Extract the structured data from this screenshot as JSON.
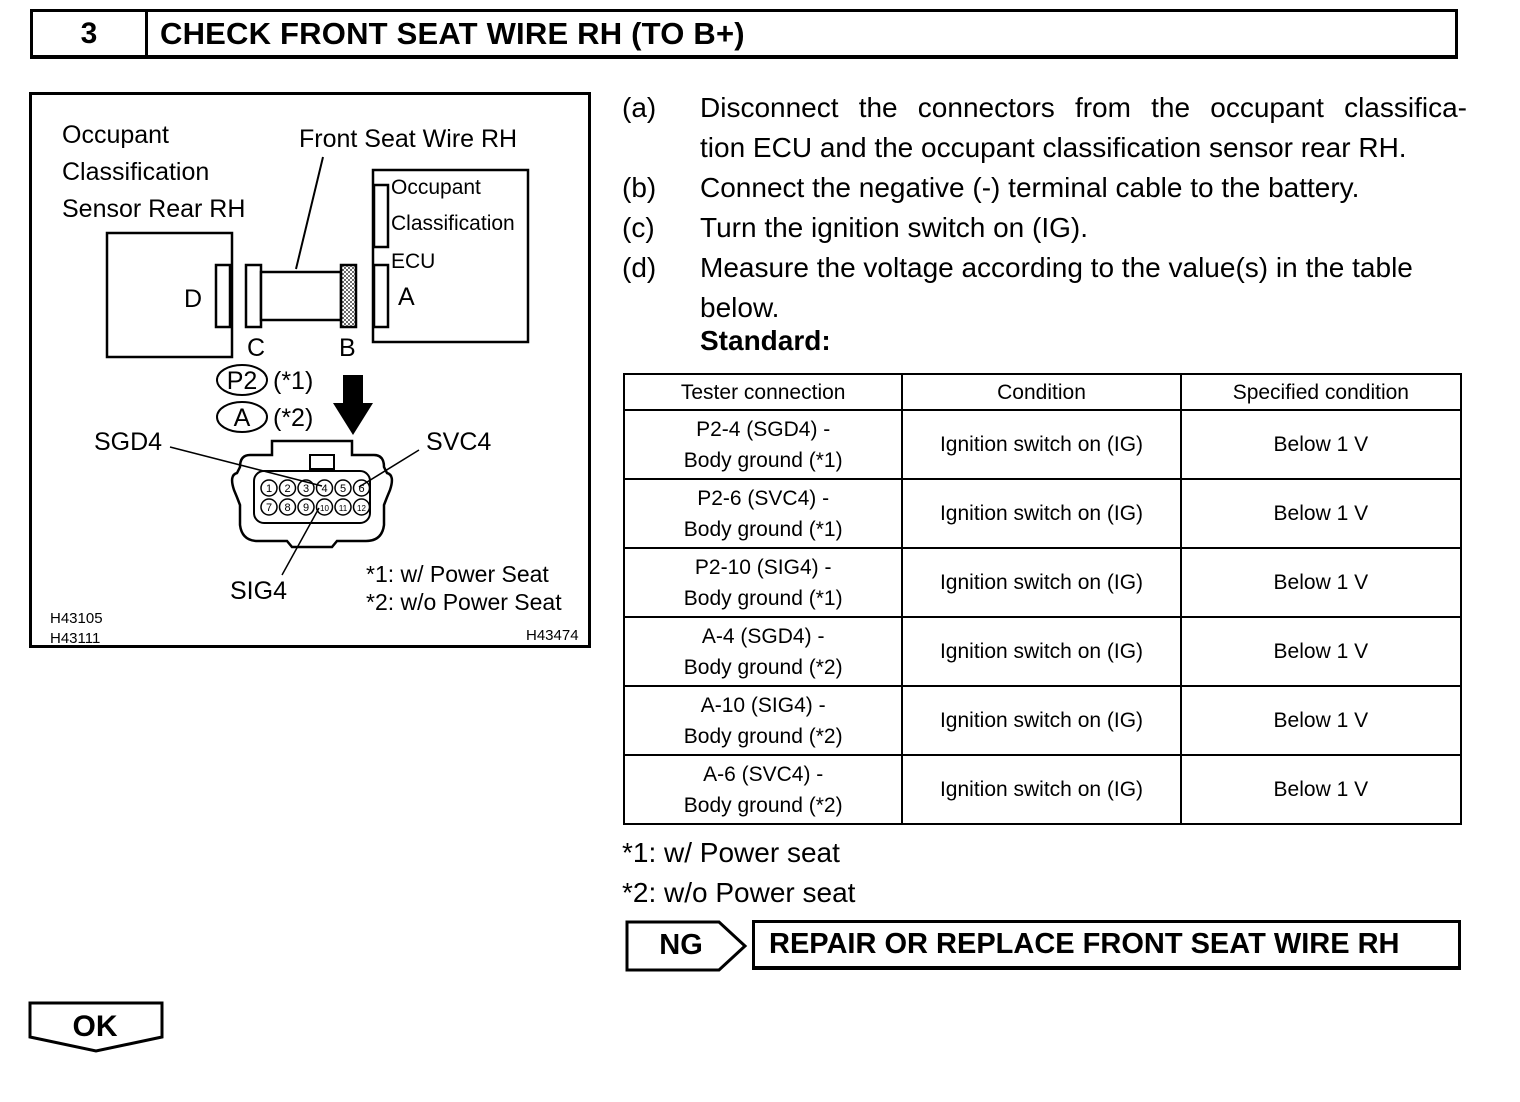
{
  "header": {
    "step_number": "3",
    "title": "CHECK FRONT SEAT WIRE RH (TO B+)"
  },
  "diagram": {
    "sensor_label_1": "Occupant",
    "sensor_label_2": "Classification",
    "sensor_label_3": "Sensor Rear RH",
    "wire_label": "Front Seat Wire RH",
    "ecu_label_1": "Occupant",
    "ecu_label_2": "Classification",
    "ecu_label_3": "ECU",
    "connector_d": "D",
    "connector_c": "C",
    "connector_b": "B",
    "connector_a": "A",
    "callout_p2": "P2",
    "callout_p2_note": "(*1)",
    "callout_a": "A",
    "callout_a_note": "(*2)",
    "pin_sgd4": "SGD4",
    "pin_svc4": "SVC4",
    "pin_sig4": "SIG4",
    "pins_top": [
      "1",
      "2",
      "3",
      "4",
      "5",
      "6"
    ],
    "pins_bottom": [
      "7",
      "8",
      "9",
      "10",
      "11",
      "12"
    ],
    "note_1": "*1: w/ Power Seat",
    "note_2": "*2: w/o Power Seat",
    "code_1": "H43105",
    "code_2": "H43111",
    "code_3": "H43474"
  },
  "steps": [
    {
      "letter": "(a)",
      "text_line1": "Disconnect the connectors from the occupant classifica-",
      "text_line2": "tion ECU and the occupant classification sensor rear RH."
    },
    {
      "letter": "(b)",
      "text_line1": "Connect the negative (-) terminal cable to the battery."
    },
    {
      "letter": "(c)",
      "text_line1": "Turn the ignition switch on (IG)."
    },
    {
      "letter": "(d)",
      "text_line1": "Measure the voltage according to the value(s) in the table",
      "text_line2": "below."
    }
  ],
  "standard_label": "Standard:",
  "table": {
    "headers": [
      "Tester connection",
      "Condition",
      "Specified condition"
    ],
    "rows": [
      {
        "tester_1": "P2-4 (SGD4) -",
        "tester_2": "Body ground (*1)",
        "condition": "Ignition switch on (IG)",
        "spec": "Below 1 V"
      },
      {
        "tester_1": "P2-6 (SVC4) -",
        "tester_2": "Body ground (*1)",
        "condition": "Ignition switch on (IG)",
        "spec": "Below 1 V"
      },
      {
        "tester_1": "P2-10 (SIG4) -",
        "tester_2": "Body ground (*1)",
        "condition": "Ignition switch on (IG)",
        "spec": "Below 1 V"
      },
      {
        "tester_1": "A-4 (SGD4) -",
        "tester_2": "Body ground (*2)",
        "condition": "Ignition switch on (IG)",
        "spec": "Below 1 V"
      },
      {
        "tester_1": "A-10 (SIG4) -",
        "tester_2": "Body ground (*2)",
        "condition": "Ignition switch on (IG)",
        "spec": "Below 1 V"
      },
      {
        "tester_1": "A-6 (SVC4) -",
        "tester_2": "Body ground (*2)",
        "condition": "Ignition switch on (IG)",
        "spec": "Below 1 V"
      }
    ]
  },
  "notes": {
    "note_1": "*1: w/ Power seat",
    "note_2": "*2: w/o Power seat"
  },
  "ng": {
    "label": "NG",
    "action": "REPAIR OR REPLACE FRONT SEAT WIRE RH"
  },
  "ok": {
    "label": "OK"
  }
}
